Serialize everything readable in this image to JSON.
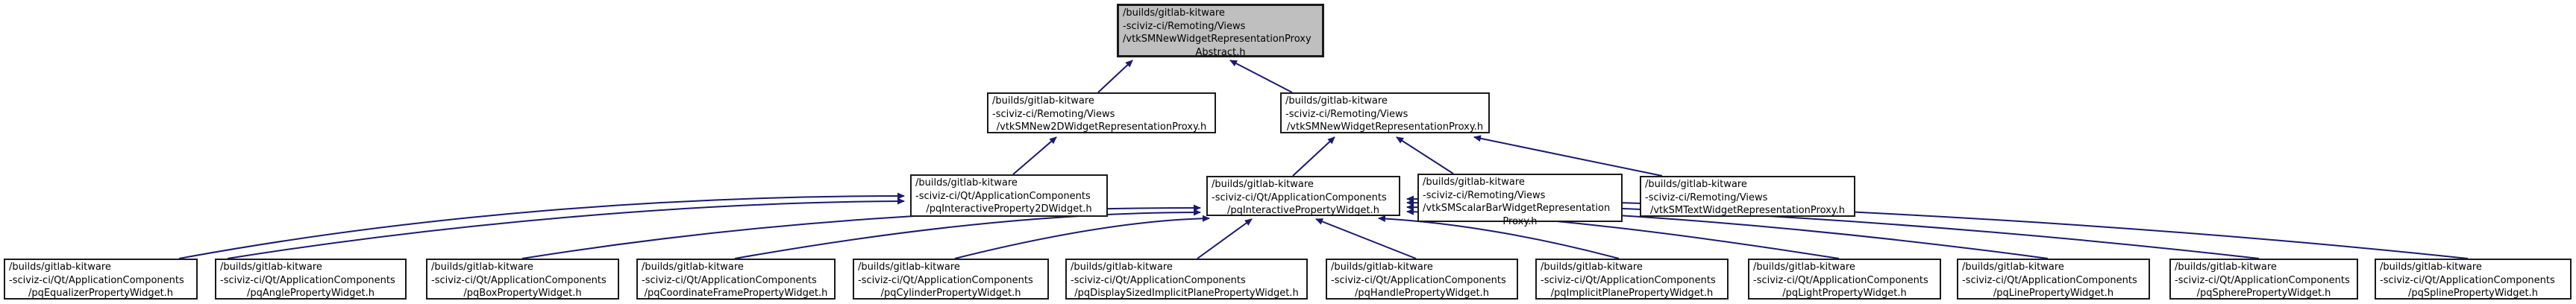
{
  "diagram": {
    "type": "include-dependency-graph",
    "colors": {
      "edge": "#191970",
      "node_fill": "#ffffff",
      "highlight_fill": "#bfbfbf",
      "border": "#1a1a1a",
      "text": "#000000",
      "background": "#ffffff"
    },
    "nodes": [
      {
        "id": "abstract",
        "highlight": true,
        "lines": [
          "/builds/gitlab-kitware",
          "-sciviz-ci/Remoting/Views",
          "/vtkSMNewWidgetRepresentationProxy",
          "Abstract.h"
        ]
      },
      {
        "id": "new2d",
        "highlight": false,
        "lines": [
          "/builds/gitlab-kitware",
          "-sciviz-ci/Remoting/Views",
          "/vtkSMNew2DWidgetRepresentationProxy.h"
        ]
      },
      {
        "id": "newwidget",
        "highlight": false,
        "lines": [
          "/builds/gitlab-kitware",
          "-sciviz-ci/Remoting/Views",
          "/vtkSMNewWidgetRepresentationProxy.h"
        ]
      },
      {
        "id": "interactive2d",
        "highlight": false,
        "lines": [
          "/builds/gitlab-kitware",
          "-sciviz-ci/Qt/ApplicationComponents",
          "/pqInteractiveProperty2DWidget.h"
        ]
      },
      {
        "id": "interactive",
        "highlight": false,
        "lines": [
          "/builds/gitlab-kitware",
          "-sciviz-ci/Qt/ApplicationComponents",
          "/pqInteractivePropertyWidget.h"
        ]
      },
      {
        "id": "scalarbar",
        "highlight": false,
        "lines": [
          "/builds/gitlab-kitware",
          "-sciviz-ci/Remoting/Views",
          "/vtkSMScalarBarWidgetRepresentation",
          "Proxy.h"
        ]
      },
      {
        "id": "textwidget",
        "highlight": false,
        "lines": [
          "/builds/gitlab-kitware",
          "-sciviz-ci/Remoting/Views",
          "/vtkSMTextWidgetRepresentationProxy.h"
        ]
      },
      {
        "id": "equalizer",
        "highlight": false,
        "lines": [
          "/builds/gitlab-kitware",
          "-sciviz-ci/Qt/ApplicationComponents",
          "/pqEqualizerPropertyWidget.h"
        ]
      },
      {
        "id": "angle",
        "highlight": false,
        "lines": [
          "/builds/gitlab-kitware",
          "-sciviz-ci/Qt/ApplicationComponents",
          "/pqAnglePropertyWidget.h"
        ]
      },
      {
        "id": "box",
        "highlight": false,
        "lines": [
          "/builds/gitlab-kitware",
          "-sciviz-ci/Qt/ApplicationComponents",
          "/pqBoxPropertyWidget.h"
        ]
      },
      {
        "id": "coordframe",
        "highlight": false,
        "lines": [
          "/builds/gitlab-kitware",
          "-sciviz-ci/Qt/ApplicationComponents",
          "/pqCoordinateFramePropertyWidget.h"
        ]
      },
      {
        "id": "cylinder",
        "highlight": false,
        "lines": [
          "/builds/gitlab-kitware",
          "-sciviz-ci/Qt/ApplicationComponents",
          "/pqCylinderPropertyWidget.h"
        ]
      },
      {
        "id": "displaysized",
        "highlight": false,
        "lines": [
          "/builds/gitlab-kitware",
          "-sciviz-ci/Qt/ApplicationComponents",
          "/pqDisplaySizedImplicitPlanePropertyWidget.h"
        ]
      },
      {
        "id": "handle",
        "highlight": false,
        "lines": [
          "/builds/gitlab-kitware",
          "-sciviz-ci/Qt/ApplicationComponents",
          "/pqHandlePropertyWidget.h"
        ]
      },
      {
        "id": "implicitplane",
        "highlight": false,
        "lines": [
          "/builds/gitlab-kitware",
          "-sciviz-ci/Qt/ApplicationComponents",
          "/pqImplicitPlanePropertyWidget.h"
        ]
      },
      {
        "id": "light",
        "highlight": false,
        "lines": [
          "/builds/gitlab-kitware",
          "-sciviz-ci/Qt/ApplicationComponents",
          "/pqLightPropertyWidget.h"
        ]
      },
      {
        "id": "line",
        "highlight": false,
        "lines": [
          "/builds/gitlab-kitware",
          "-sciviz-ci/Qt/ApplicationComponents",
          "/pqLinePropertyWidget.h"
        ]
      },
      {
        "id": "sphere",
        "highlight": false,
        "lines": [
          "/builds/gitlab-kitware",
          "-sciviz-ci/Qt/ApplicationComponents",
          "/pqSpherePropertyWidget.h"
        ]
      },
      {
        "id": "spline",
        "highlight": false,
        "lines": [
          "/builds/gitlab-kitware",
          "-sciviz-ci/Qt/ApplicationComponents",
          "/pqSplinePropertyWidget.h"
        ]
      }
    ],
    "edges": [
      {
        "from": "new2d",
        "to": "abstract"
      },
      {
        "from": "newwidget",
        "to": "abstract"
      },
      {
        "from": "interactive2d",
        "to": "new2d"
      },
      {
        "from": "interactive",
        "to": "newwidget"
      },
      {
        "from": "scalarbar",
        "to": "newwidget"
      },
      {
        "from": "textwidget",
        "to": "newwidget"
      },
      {
        "from": "equalizer",
        "to": "interactive2d"
      },
      {
        "from": "angle",
        "to": "interactive2d"
      },
      {
        "from": "box",
        "to": "interactive"
      },
      {
        "from": "coordframe",
        "to": "interactive"
      },
      {
        "from": "cylinder",
        "to": "interactive"
      },
      {
        "from": "displaysized",
        "to": "interactive"
      },
      {
        "from": "handle",
        "to": "interactive"
      },
      {
        "from": "implicitplane",
        "to": "interactive"
      },
      {
        "from": "light",
        "to": "interactive"
      },
      {
        "from": "line",
        "to": "interactive"
      },
      {
        "from": "sphere",
        "to": "interactive"
      },
      {
        "from": "spline",
        "to": "interactive"
      }
    ]
  }
}
